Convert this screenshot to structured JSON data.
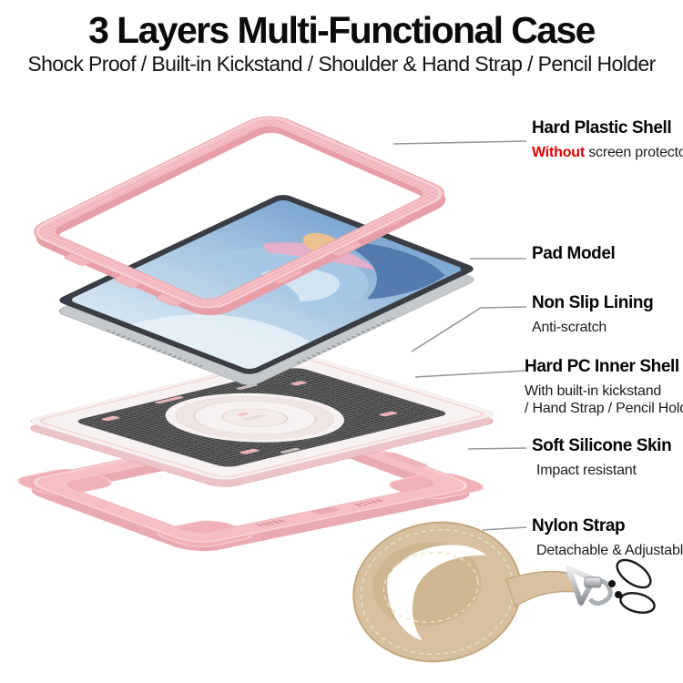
{
  "header": {
    "title": "3 Layers Multi-Functional Case",
    "subtitle": "Shock Proof / Built-in Kickstand / Shoulder & Hand Strap / Pencil Holder"
  },
  "callouts": {
    "hard_plastic_shell": {
      "label": "Hard Plastic Shell",
      "highlight": "Without",
      "description": "screen protector"
    },
    "pad_model": {
      "label": "Pad Model"
    },
    "non_slip_lining": {
      "label": "Non Slip Lining",
      "description": "Anti-scratch"
    },
    "hard_pc_inner_shell": {
      "label": "Hard PC Inner Shell",
      "description_line1": "With built-in kickstand",
      "description_line2": "/ Hand Strap / Pencil Holder"
    },
    "soft_silicone_skin": {
      "label": "Soft Silicone Skin",
      "description": "Impact resistant"
    },
    "nylon_strap": {
      "label": "Nylon Strap",
      "description": "Detachable & Adjustable"
    }
  },
  "colors": {
    "case_pink": "#f3bac0",
    "case_pink_dark": "#e79ea6",
    "silicone_pink": "#f5bfc3",
    "lining_gray": "#4a4a4a",
    "shell_white": "#f7f2f1",
    "strap_beige": "#d8c1a0",
    "highlight_red": "#e60000",
    "leader_line_gray": "#95999b",
    "text_black": "#0b0b0b"
  }
}
